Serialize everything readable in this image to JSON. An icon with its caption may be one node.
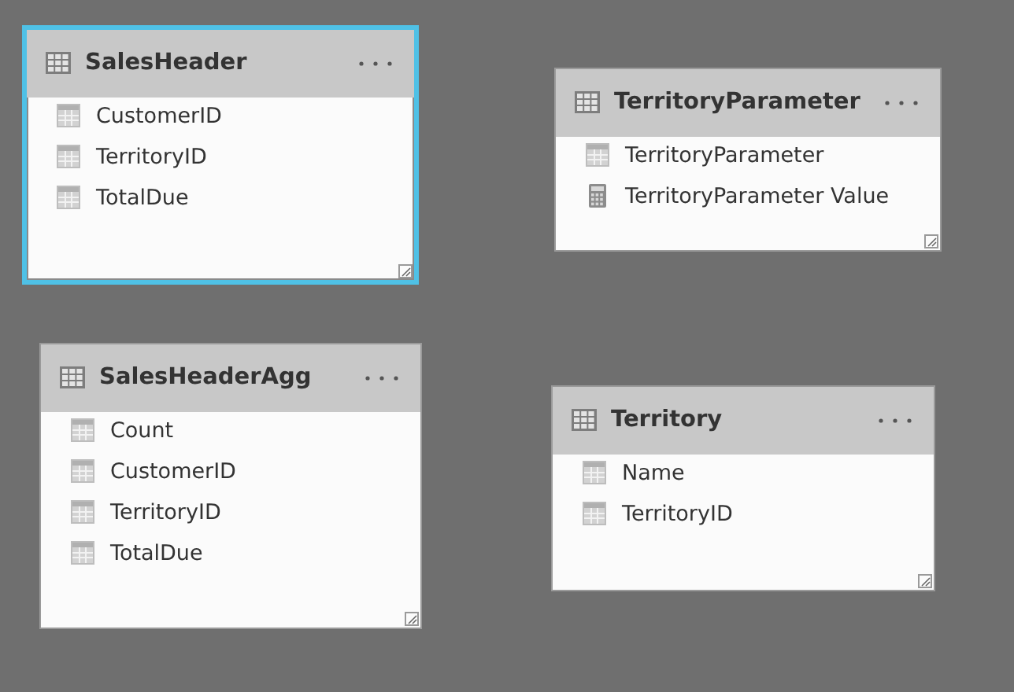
{
  "diagram": {
    "nodes": [
      {
        "text": [
          "SalesHeader",
          "CustomerID",
          "TerritoryID",
          "TotalDue"
        ]
      },
      {
        "text": [
          "TerritoryParameter",
          "TerritoryParameter",
          "TerritoryParameter Value"
        ]
      },
      {
        "text": [
          "SalesHeaderAgg",
          "Count",
          "CustomerID",
          "TerritoryID",
          "TotalDue"
        ]
      },
      {
        "text": [
          "Territory",
          "Name",
          "TerritoryID"
        ]
      }
    ]
  }
}
